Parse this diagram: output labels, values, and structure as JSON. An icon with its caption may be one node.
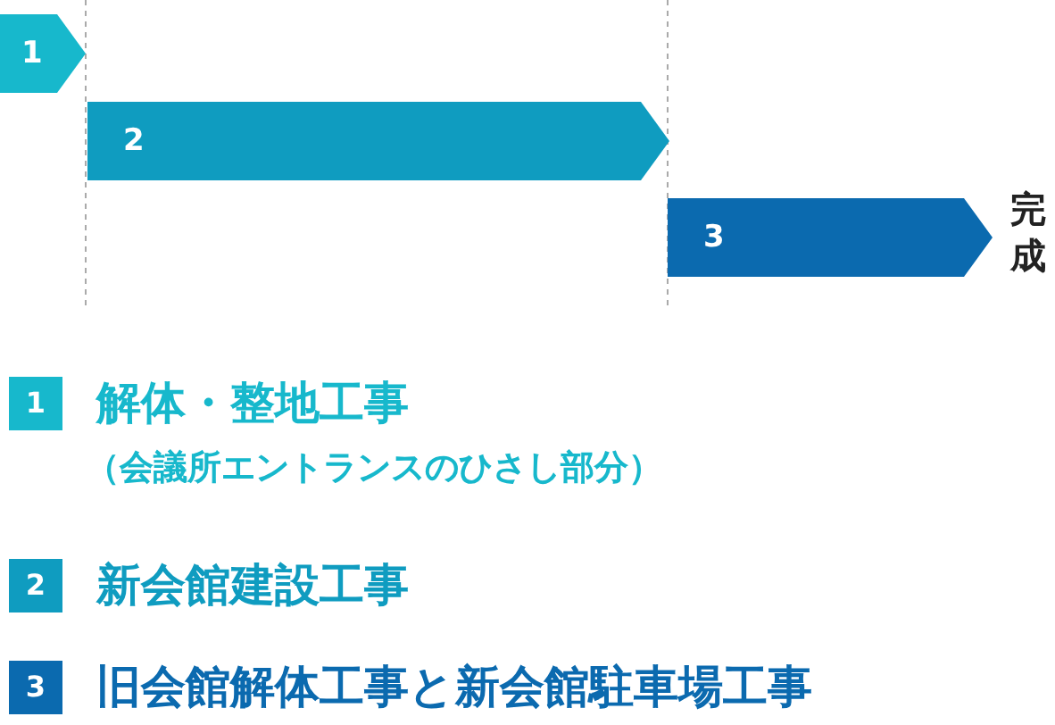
{
  "diagram": {
    "nodes": [
      {
        "text": [
          "1"
        ]
      },
      {
        "text": [
          "2"
        ]
      },
      {
        "text": [
          "3"
        ]
      }
    ],
    "edges": [],
    "labels": [
      "完成",
      "1",
      "解体・整地工事",
      "（会議所エントランスのひさし部分）",
      "2",
      "新会館建設工事",
      "3",
      "旧会館解体工事と新会館駐車場工事"
    ]
  }
}
